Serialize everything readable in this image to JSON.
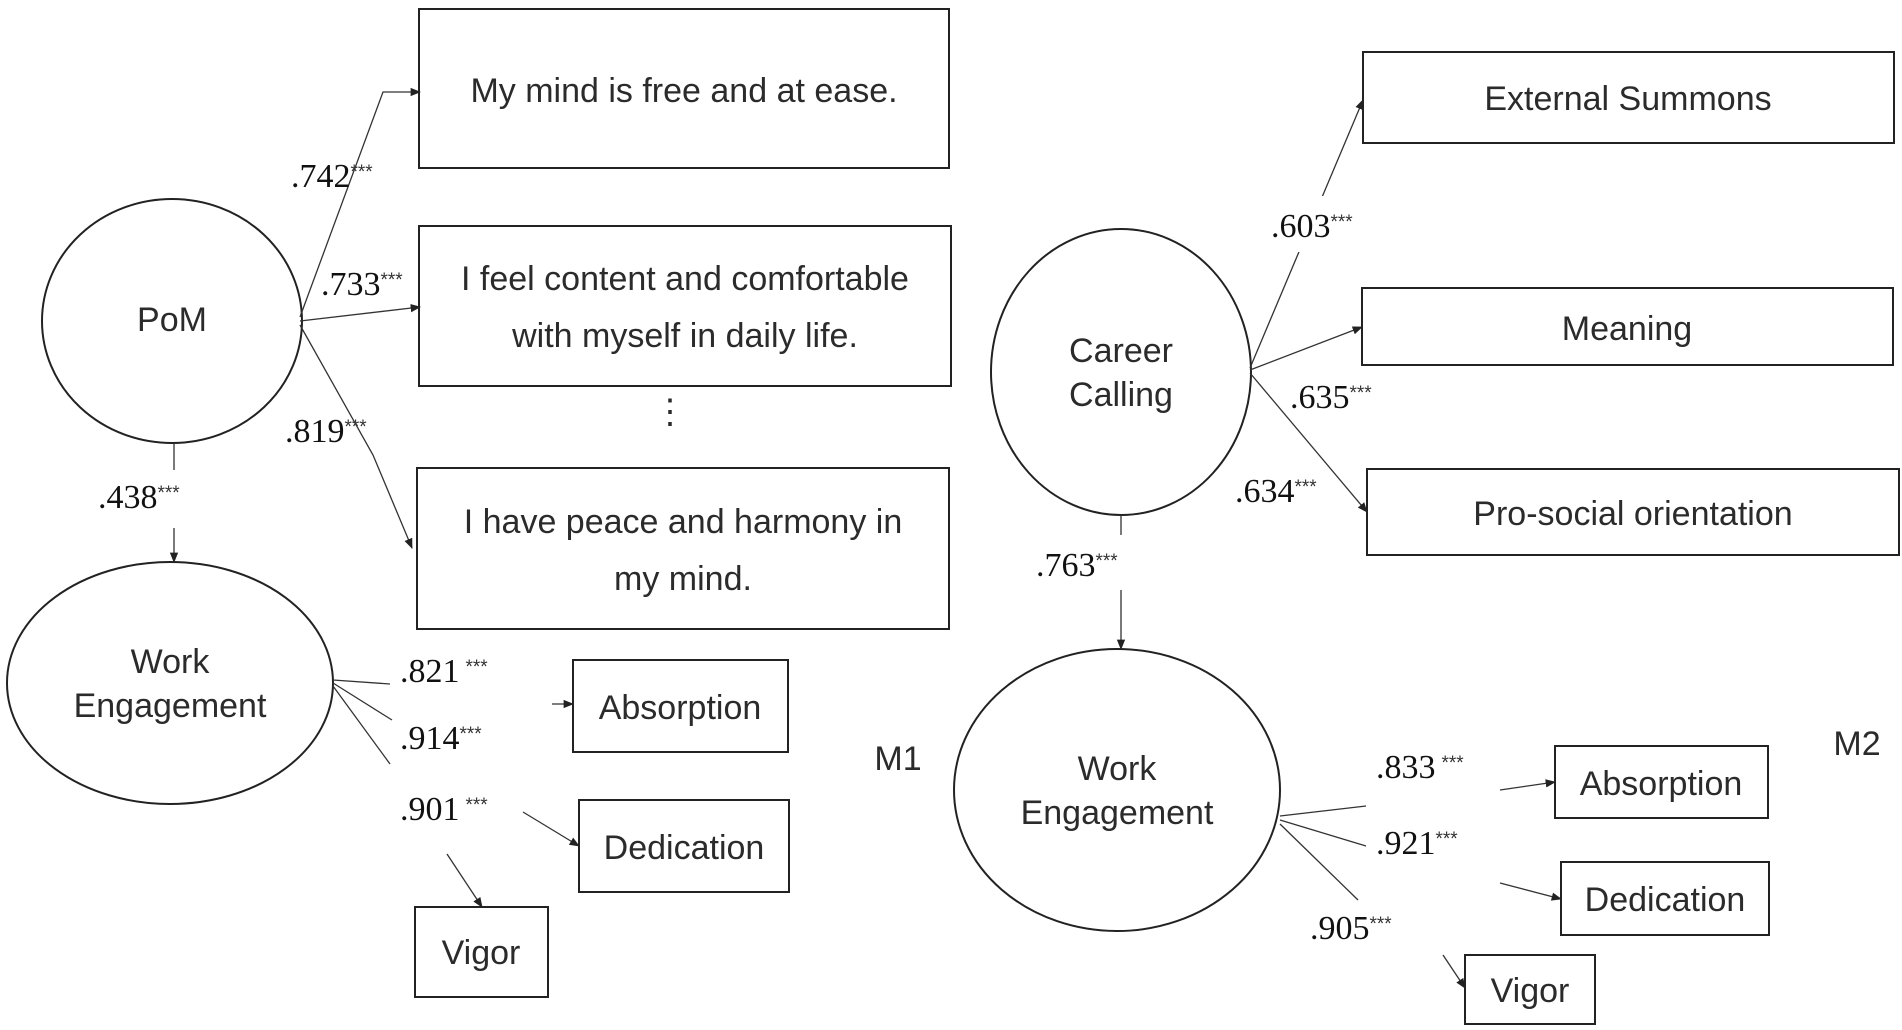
{
  "models": [
    {
      "label": "M1",
      "latents": {
        "pom": "PoM",
        "engagement_line1": "Work",
        "engagement_line2": "Engagement"
      },
      "pom_items": [
        {
          "lines": [
            "My mind is free and at ease."
          ],
          "coef": ".742",
          "sig": "***"
        },
        {
          "lines": [
            "I feel content and comfortable",
            "with myself in daily life."
          ],
          "coef": ".733",
          "sig": "***"
        },
        {
          "lines": [
            "I have peace and harmony in",
            "my mind."
          ],
          "coef": ".819",
          "sig": "***"
        }
      ],
      "ellipsis": "⋮",
      "path": {
        "coef": ".438",
        "sig": "***"
      },
      "engagement_items": [
        {
          "label": "Absorption",
          "coef": ".821",
          "sig": "***"
        },
        {
          "label": "Dedication",
          "coef": ".914",
          "sig": "***"
        },
        {
          "label": "Vigor",
          "coef": ".901",
          "sig": "***"
        }
      ]
    },
    {
      "label": "M2",
      "latents": {
        "calling_line1": "Career",
        "calling_line2": "Calling",
        "engagement_line1": "Work",
        "engagement_line2": "Engagement"
      },
      "calling_items": [
        {
          "label": "External Summons",
          "coef": ".603",
          "sig": "***"
        },
        {
          "label": "Meaning",
          "coef": ".635",
          "sig": "***"
        },
        {
          "label": "Pro-social orientation",
          "coef": ".634",
          "sig": "***"
        }
      ],
      "path": {
        "coef": ".763",
        "sig": "***"
      },
      "engagement_items": [
        {
          "label": "Absorption",
          "coef": ".833",
          "sig": "***"
        },
        {
          "label": "Dedication",
          "coef": ".921",
          "sig": "***"
        },
        {
          "label": "Vigor",
          "coef": ".905",
          "sig": "***"
        }
      ]
    }
  ]
}
